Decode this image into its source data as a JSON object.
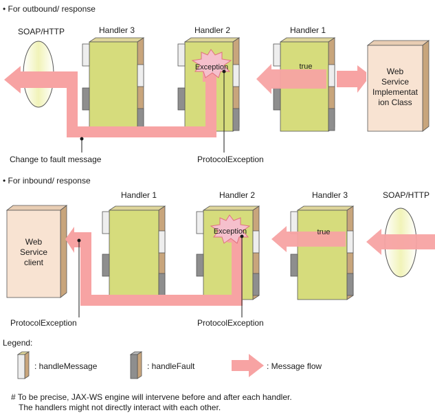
{
  "top": {
    "heading": "• For outbound/ response",
    "soap_label": "SOAP/HTTP",
    "handlers": [
      "Handler 3",
      "Handler 2",
      "Handler 1"
    ],
    "exception_label": "Exception",
    "true_label": "true",
    "service_box": [
      "Web",
      "Service",
      "Implementat",
      "ion Class"
    ],
    "fault_callout": "Change to fault message",
    "protocol_callout": "ProtocolException"
  },
  "bottom": {
    "heading": "• For inbound/ response",
    "soap_label": "SOAP/HTTP",
    "handlers": [
      "Handler 1",
      "Handler 2",
      "Handler 3"
    ],
    "exception_label": "Exception",
    "true_label": "true",
    "client_box": [
      "Web",
      "Service",
      "client"
    ],
    "protocol_callout_left": "ProtocolException",
    "protocol_callout_right": "ProtocolException"
  },
  "legend": {
    "title": "Legend:",
    "handle_message": ": handleMessage",
    "handle_fault": ": handleFault",
    "message_flow": ": Message flow"
  },
  "note": {
    "line1": "# To be precise, JAX-WS engine will intervene before and after each handler.",
    "line2": "The handlers might not directly interact with each other."
  },
  "colors": {
    "handler_fill": "#d6dc7c",
    "box_side": "#c8a57c",
    "slot_light": "#eeeeee",
    "slot_dark": "#8e8e8e",
    "flow": "#f7a3a3",
    "soap_fill": "#f1f3b8",
    "service_fill": "#f8e3d2",
    "burst_fill": "#f5c0cc",
    "burst_stroke": "#e0707e"
  }
}
